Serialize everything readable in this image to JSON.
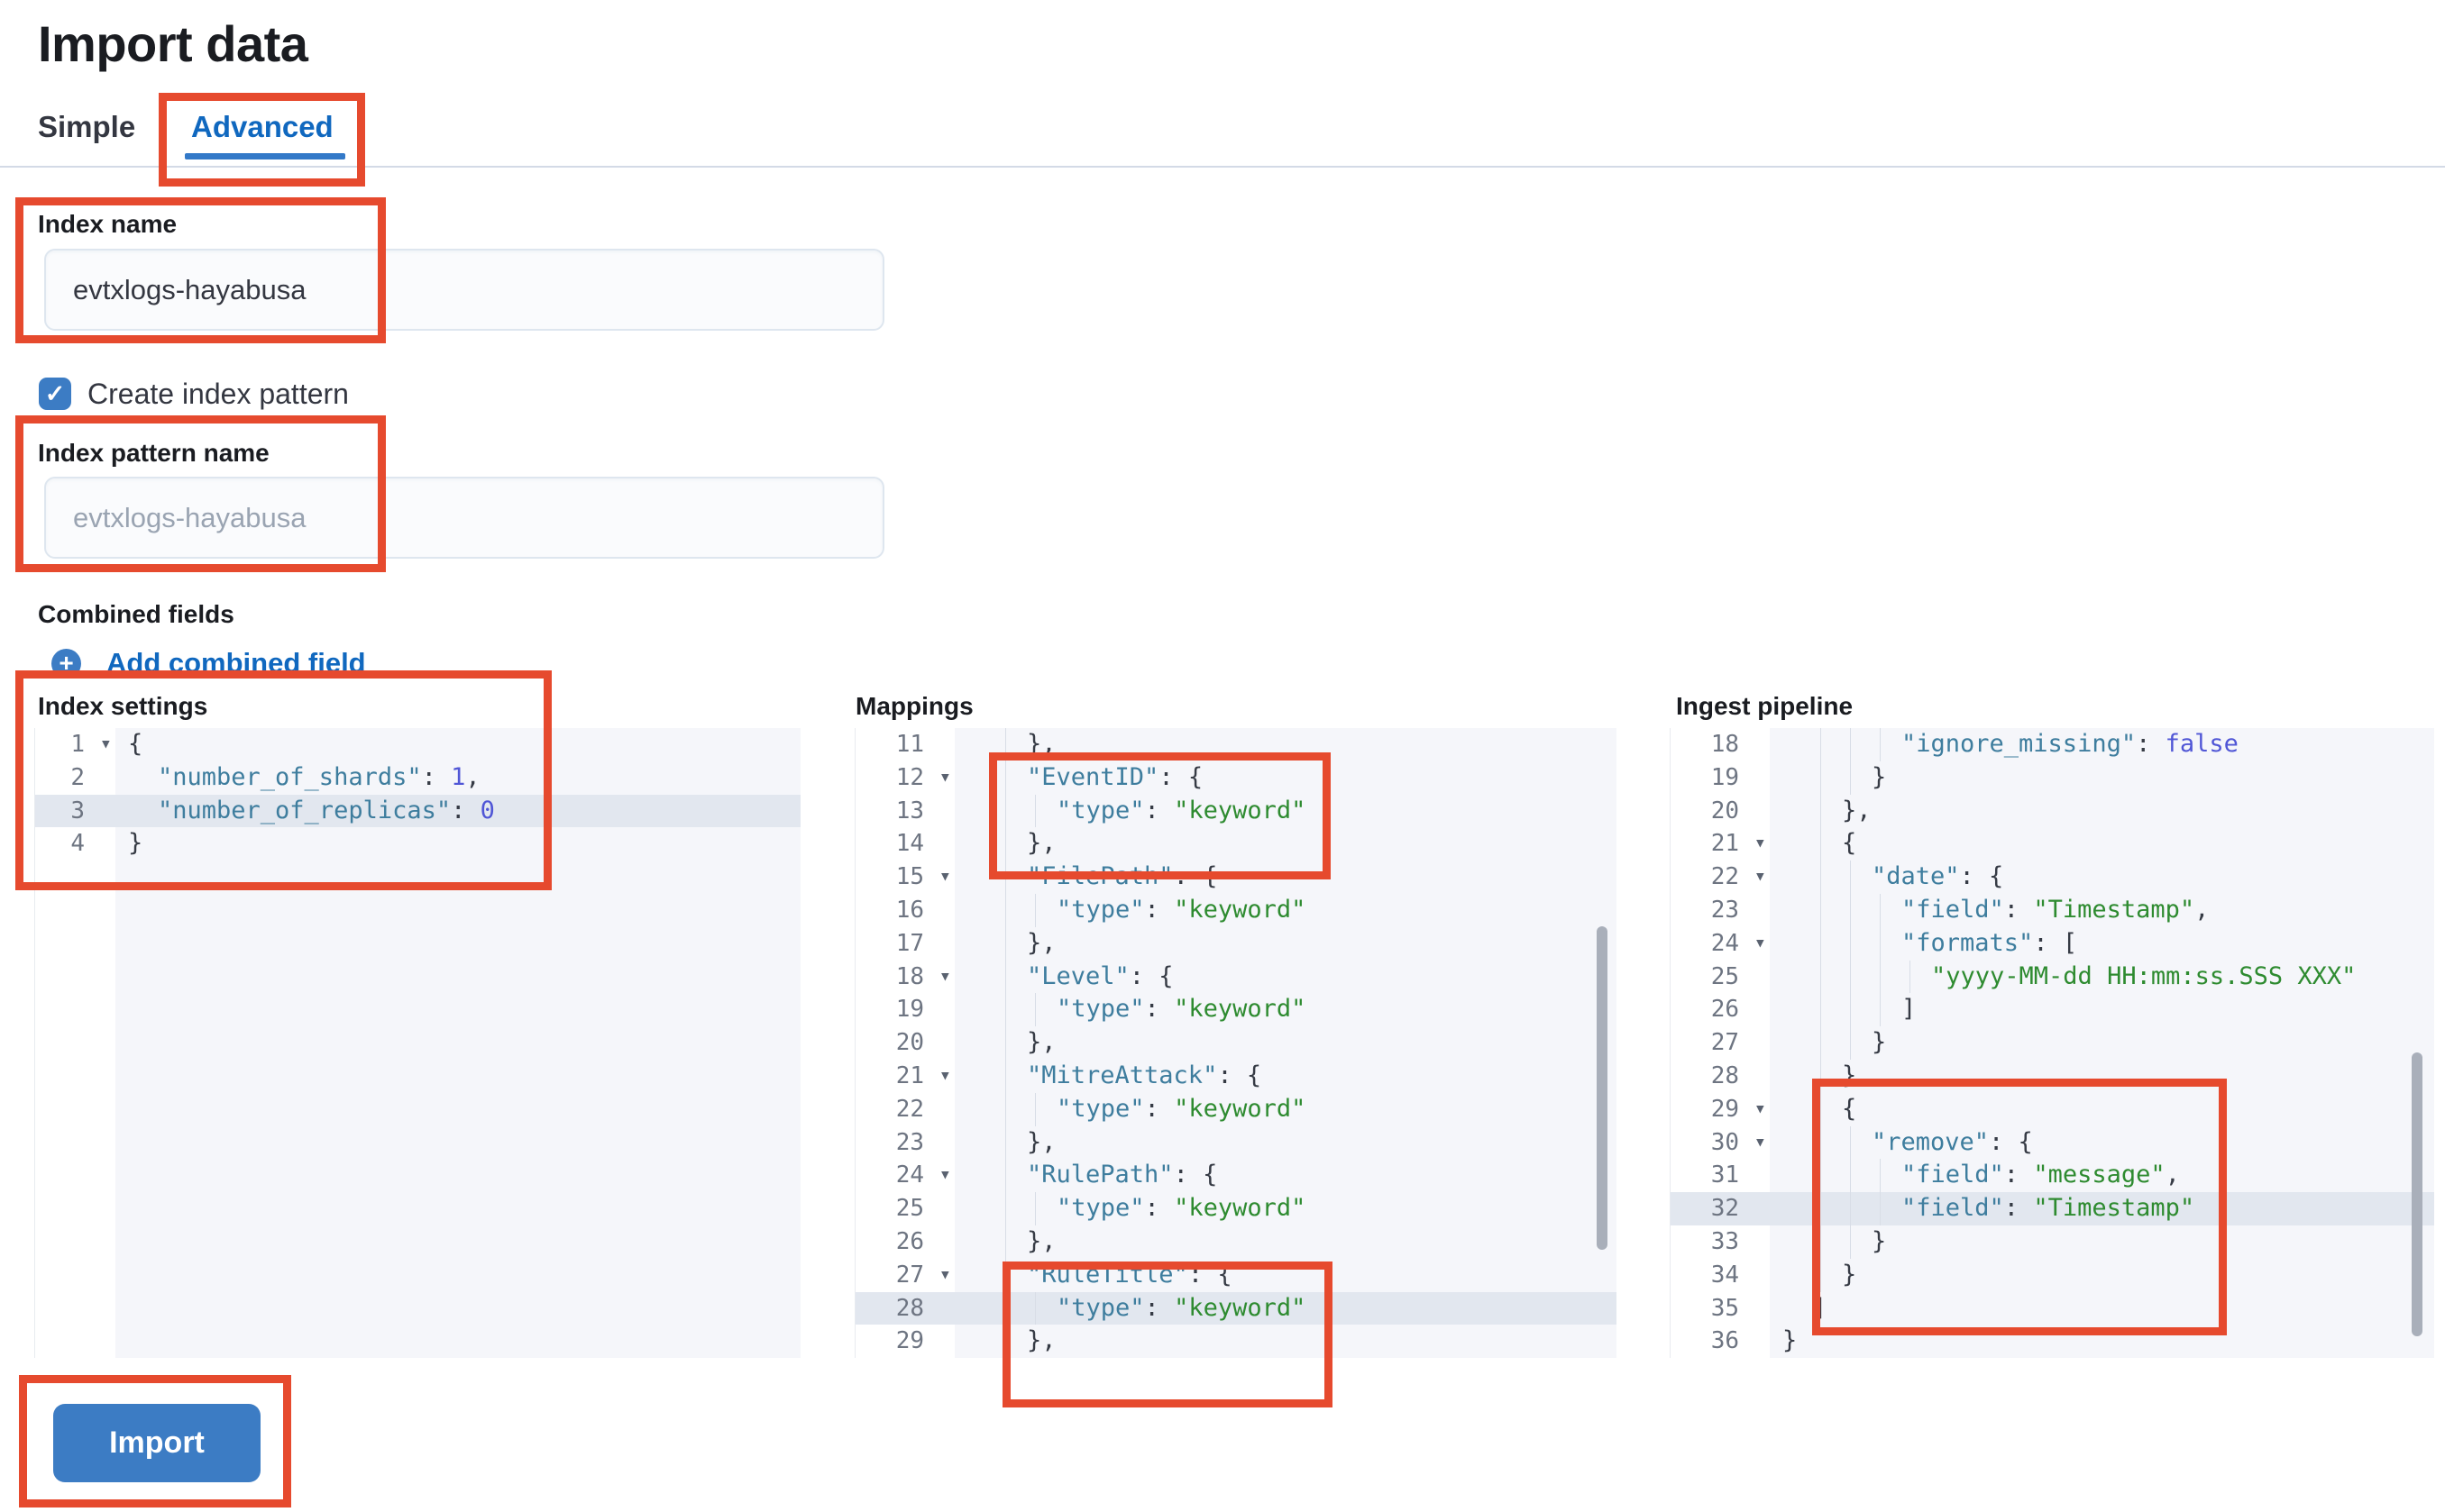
{
  "title": "Import data",
  "tabs": {
    "simple": "Simple",
    "advanced": "Advanced"
  },
  "form": {
    "index_name_label": "Index name",
    "index_name_value": "evtxlogs-hayabusa",
    "create_index_pattern_label": "Create index pattern",
    "create_index_pattern_checked": true,
    "check_glyph": "✓",
    "index_pattern_label": "Index pattern name",
    "index_pattern_placeholder": "evtxlogs-hayabusa",
    "combined_fields_label": "Combined fields",
    "add_combined_field_label": "Add combined field",
    "plus_glyph": "+"
  },
  "import_button_label": "Import",
  "fold_glyph": "▾",
  "editors": [
    {
      "label": "Index settings",
      "active_line": 3,
      "lines": [
        {
          "n": "1",
          "fold": true,
          "indent": 0,
          "tokens": [
            [
              "p",
              "{"
            ]
          ]
        },
        {
          "n": "2",
          "indent": 1,
          "tokens": [
            [
              "k",
              "\"number_of_shards\""
            ],
            [
              "p",
              ": "
            ],
            [
              "n",
              "1"
            ],
            [
              "p",
              ","
            ]
          ]
        },
        {
          "n": "3",
          "indent": 1,
          "hl": true,
          "tokens": [
            [
              "k",
              "\"number_of_replicas\""
            ],
            [
              "p",
              ": "
            ],
            [
              "n",
              "0"
            ]
          ]
        },
        {
          "n": "4",
          "indent": 0,
          "tokens": [
            [
              "p",
              "}"
            ]
          ]
        }
      ]
    },
    {
      "label": "Mappings",
      "active_line": 28,
      "lines": [
        {
          "n": "11",
          "indent": 2,
          "tokens": [
            [
              "p",
              "},"
            ]
          ]
        },
        {
          "n": "12",
          "fold": true,
          "indent": 2,
          "tokens": [
            [
              "k",
              "\"EventID\""
            ],
            [
              "p",
              ": {"
            ]
          ]
        },
        {
          "n": "13",
          "indent": 3,
          "tokens": [
            [
              "k",
              "\"type\""
            ],
            [
              "p",
              ": "
            ],
            [
              "s",
              "\"keyword\""
            ]
          ]
        },
        {
          "n": "14",
          "indent": 2,
          "tokens": [
            [
              "p",
              "},"
            ]
          ]
        },
        {
          "n": "15",
          "fold": true,
          "indent": 2,
          "tokens": [
            [
              "k",
              "\"FilePath\""
            ],
            [
              "p",
              ": {"
            ]
          ]
        },
        {
          "n": "16",
          "indent": 3,
          "tokens": [
            [
              "k",
              "\"type\""
            ],
            [
              "p",
              ": "
            ],
            [
              "s",
              "\"keyword\""
            ]
          ]
        },
        {
          "n": "17",
          "indent": 2,
          "tokens": [
            [
              "p",
              "},"
            ]
          ]
        },
        {
          "n": "18",
          "fold": true,
          "indent": 2,
          "tokens": [
            [
              "k",
              "\"Level\""
            ],
            [
              "p",
              ": {"
            ]
          ]
        },
        {
          "n": "19",
          "indent": 3,
          "tokens": [
            [
              "k",
              "\"type\""
            ],
            [
              "p",
              ": "
            ],
            [
              "s",
              "\"keyword\""
            ]
          ]
        },
        {
          "n": "20",
          "indent": 2,
          "tokens": [
            [
              "p",
              "},"
            ]
          ]
        },
        {
          "n": "21",
          "fold": true,
          "indent": 2,
          "tokens": [
            [
              "k",
              "\"MitreAttack\""
            ],
            [
              "p",
              ": {"
            ]
          ]
        },
        {
          "n": "22",
          "indent": 3,
          "tokens": [
            [
              "k",
              "\"type\""
            ],
            [
              "p",
              ": "
            ],
            [
              "s",
              "\"keyword\""
            ]
          ]
        },
        {
          "n": "23",
          "indent": 2,
          "tokens": [
            [
              "p",
              "},"
            ]
          ]
        },
        {
          "n": "24",
          "fold": true,
          "indent": 2,
          "tokens": [
            [
              "k",
              "\"RulePath\""
            ],
            [
              "p",
              ": {"
            ]
          ]
        },
        {
          "n": "25",
          "indent": 3,
          "tokens": [
            [
              "k",
              "\"type\""
            ],
            [
              "p",
              ": "
            ],
            [
              "s",
              "\"keyword\""
            ]
          ]
        },
        {
          "n": "26",
          "indent": 2,
          "tokens": [
            [
              "p",
              "},"
            ]
          ]
        },
        {
          "n": "27",
          "fold": true,
          "indent": 2,
          "tokens": [
            [
              "k",
              "\"RuleTitle\""
            ],
            [
              "p",
              ": {"
            ]
          ]
        },
        {
          "n": "28",
          "indent": 3,
          "hl": true,
          "tokens": [
            [
              "k",
              "\"type\""
            ],
            [
              "p",
              ": "
            ],
            [
              "s",
              "\"keyword\""
            ]
          ]
        },
        {
          "n": "29",
          "indent": 2,
          "tokens": [
            [
              "p",
              "},"
            ]
          ]
        }
      ]
    },
    {
      "label": "Ingest pipeline",
      "active_line": 32,
      "lines": [
        {
          "n": "18",
          "indent": 4,
          "tokens": [
            [
              "k",
              "\"ignore_missing\""
            ],
            [
              "p",
              ": "
            ],
            [
              "n",
              "false"
            ]
          ]
        },
        {
          "n": "19",
          "indent": 3,
          "tokens": [
            [
              "p",
              "}"
            ]
          ]
        },
        {
          "n": "20",
          "indent": 2,
          "tokens": [
            [
              "p",
              "},"
            ]
          ]
        },
        {
          "n": "21",
          "fold": true,
          "indent": 2,
          "tokens": [
            [
              "p",
              "{"
            ]
          ]
        },
        {
          "n": "22",
          "fold": true,
          "indent": 3,
          "tokens": [
            [
              "k",
              "\"date\""
            ],
            [
              "p",
              ": {"
            ]
          ]
        },
        {
          "n": "23",
          "indent": 4,
          "tokens": [
            [
              "k",
              "\"field\""
            ],
            [
              "p",
              ": "
            ],
            [
              "s",
              "\"Timestamp\""
            ],
            [
              "p",
              ","
            ]
          ]
        },
        {
          "n": "24",
          "fold": true,
          "indent": 4,
          "tokens": [
            [
              "k",
              "\"formats\""
            ],
            [
              "p",
              ": ["
            ]
          ]
        },
        {
          "n": "25",
          "indent": 5,
          "tokens": [
            [
              "s",
              "\"yyyy-MM-dd HH:mm:ss.SSS XXX\""
            ]
          ]
        },
        {
          "n": "26",
          "indent": 4,
          "tokens": [
            [
              "p",
              "]"
            ]
          ]
        },
        {
          "n": "27",
          "indent": 3,
          "tokens": [
            [
              "p",
              "}"
            ]
          ]
        },
        {
          "n": "28",
          "indent": 2,
          "tokens": [
            [
              "p",
              "},"
            ]
          ]
        },
        {
          "n": "29",
          "fold": true,
          "indent": 2,
          "tokens": [
            [
              "p",
              "{"
            ]
          ]
        },
        {
          "n": "30",
          "fold": true,
          "indent": 3,
          "tokens": [
            [
              "k",
              "\"remove\""
            ],
            [
              "p",
              ": {"
            ]
          ]
        },
        {
          "n": "31",
          "indent": 4,
          "tokens": [
            [
              "k",
              "\"field\""
            ],
            [
              "p",
              ": "
            ],
            [
              "s",
              "\"message\""
            ],
            [
              "p",
              ","
            ]
          ]
        },
        {
          "n": "32",
          "indent": 4,
          "hl": true,
          "tokens": [
            [
              "k",
              "\"field\""
            ],
            [
              "p",
              ": "
            ],
            [
              "s",
              "\"Timestamp\""
            ]
          ]
        },
        {
          "n": "33",
          "indent": 3,
          "tokens": [
            [
              "p",
              "}"
            ]
          ]
        },
        {
          "n": "34",
          "indent": 2,
          "tokens": [
            [
              "p",
              "}"
            ]
          ]
        },
        {
          "n": "35",
          "indent": 1,
          "tokens": [
            [
              "p",
              "]"
            ]
          ]
        },
        {
          "n": "36",
          "indent": 0,
          "tokens": [
            [
              "p",
              "}"
            ]
          ]
        }
      ]
    }
  ],
  "colors": {
    "annotation_red": "#E64A2E",
    "accent_blue": "#3C7CC4",
    "link_blue": "#1068BF",
    "tab_underline": "#3379C8",
    "code_key": "#3E7D9E",
    "code_string": "#2E8B30",
    "code_number": "#5056D6",
    "code_active_line": "#E2E7EF",
    "code_background": "#F5F6FA"
  }
}
